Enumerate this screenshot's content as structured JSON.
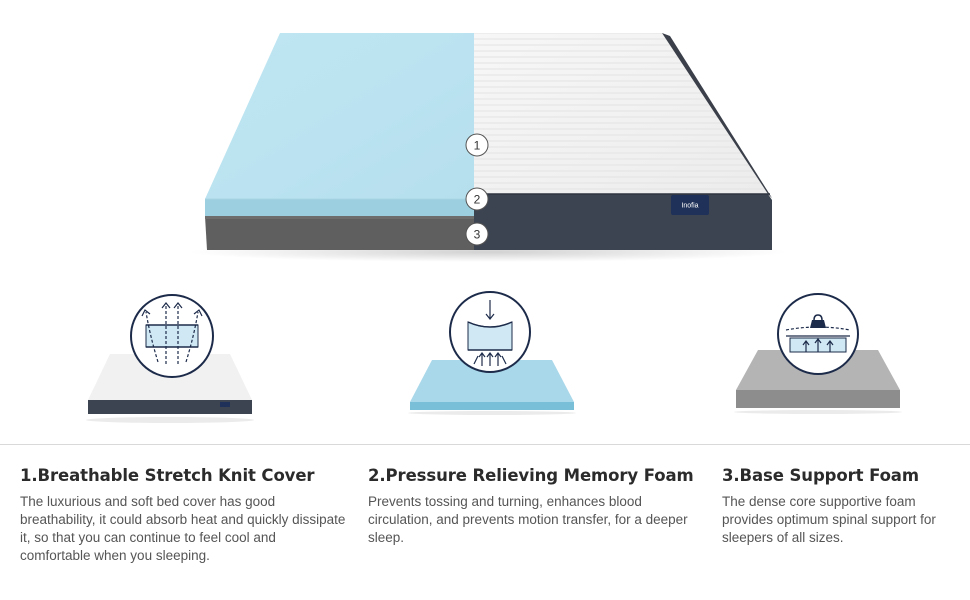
{
  "hero": {
    "brand_label": "Inofia",
    "layer_markers": [
      "1",
      "2",
      "3"
    ]
  },
  "icons": {
    "cover": "breathable-cover-icon",
    "foam": "pressure-relief-icon",
    "base": "base-support-icon"
  },
  "colors": {
    "memory_foam_blue": "#bfe3ef",
    "cover_white": "#f4f4f4",
    "cover_side_navy": "#3c4452",
    "base_gray": "#5e5e5e",
    "title_text": "#2b2b2b",
    "body_text": "#555555"
  },
  "features": [
    {
      "title": "1.Breathable Stretch Knit Cover",
      "description": "The luxurious and soft bed cover has good breathability, it could absorb heat and quickly dissipate it, so that you can continue to feel cool  and comfortable when you sleeping."
    },
    {
      "title": "2.Pressure Relieving Memory Foam",
      "description": "Prevents tossing and turning, enhances blood circulation, and prevents motion transfer, for a deeper sleep."
    },
    {
      "title": "3.Base Support Foam",
      "description": "The dense core supportive foam provides optimum spinal support for sleepers of all sizes."
    }
  ]
}
